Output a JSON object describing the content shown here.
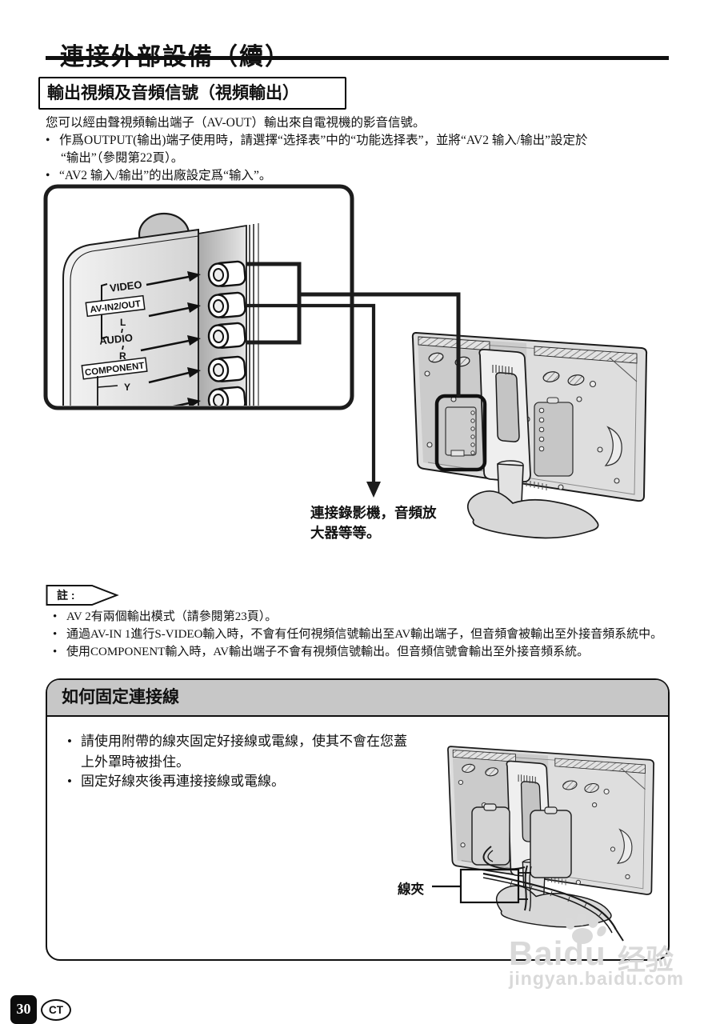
{
  "doc": {
    "title": "連接外部設備（續）",
    "section1_header": "輸出視頻及音頻信號（視頻輸出）",
    "intro": "您可以經由聲視頻輸出端子（AV-OUT）輸出來自電視機的影音信號。",
    "bullet_char": "•",
    "s1_b1_l1": "作爲OUTPUT(输出)端子使用時，請選擇“选择表”中的“功能选择表”，並將“AV2 输入/输出”設定於",
    "s1_b1_l2": "“输出”（參閱第22頁）。",
    "s1_b2": "“AV2 输入/输出”的出廠設定爲“输入”。",
    "diagram": {
      "video": "VIDEO",
      "av": "AV-IN2/OUT",
      "l": "L",
      "audio": "AUDIO",
      "r": "R",
      "component": "COMPONENT",
      "y": "Y",
      "caption_l1": "連接錄影機，音頻放",
      "caption_l2": "大器等等。"
    },
    "note_badge": "註 :",
    "note_items": [
      "AV 2有兩個輸出模式（請參閱第23頁）。",
      "通過AV-IN 1進行S-VIDEO輸入時，不會有任何視頻信號輸出至AV輸出端子，但音頻會被輸出至外接音頻系統中。",
      "使用COMPONENT輸入時，AV輸出端子不會有視頻信號輸出。但音頻信號會輸出至外接音頻系統。"
    ],
    "section2_header": "如何固定連接線",
    "s2_b1_l1": "請使用附帶的線夾固定好接線或電線，使其不會在您蓋",
    "s2_b1_l2": "上外罩時被掛住。",
    "s2_b2": "固定好線夾後再連接接線或電線。",
    "clamp_label": "線夾",
    "footer": {
      "page_number": "30",
      "lang": "CT"
    },
    "watermark": {
      "brand": "Baidu",
      "suffix": "经验",
      "url": "jingyan.baidu.com"
    }
  },
  "colors": {
    "ink": "#111111",
    "header_gray": "#c7c7c7",
    "watermark_gray": "#d9d9d9"
  }
}
